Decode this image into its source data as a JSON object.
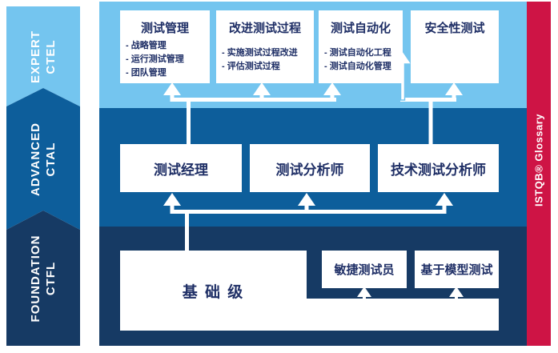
{
  "levels": [
    {
      "name": "EXPERT",
      "cert": "CTEL"
    },
    {
      "name": "ADVANCED",
      "cert": "CTAL"
    },
    {
      "name": "FOUNDATION",
      "cert": "CTFL"
    }
  ],
  "expert_modules": [
    {
      "title": "测试管理",
      "items": [
        "- 战略管理",
        "- 运行测试管理",
        "- 团队管理"
      ]
    },
    {
      "title": "改进测试过程",
      "items": [
        "- 实施测试过程改进",
        "- 评估测试过程"
      ]
    },
    {
      "title": "测试自动化",
      "items": [
        "- 测试自动化工程",
        "- 测试自动化管理"
      ]
    },
    {
      "title": "安全性测试",
      "items": []
    }
  ],
  "advanced_modules": [
    {
      "title": "测试经理"
    },
    {
      "title": "测试分析师"
    },
    {
      "title": "技术测试分析师"
    }
  ],
  "foundation_modules": {
    "base": "基 础 级",
    "agile": "敏捷测试员",
    "model_based": "基于模型测试"
  },
  "glossary_label": "ISTQB® Glossary",
  "colors": {
    "expert_band": "#74C5EF",
    "advanced_band": "#0D5E9B",
    "foundation_band": "#163A64",
    "glossary_band": "#CE1445",
    "box_text": "#1F2F66",
    "arrow": "#FFFFFF"
  }
}
